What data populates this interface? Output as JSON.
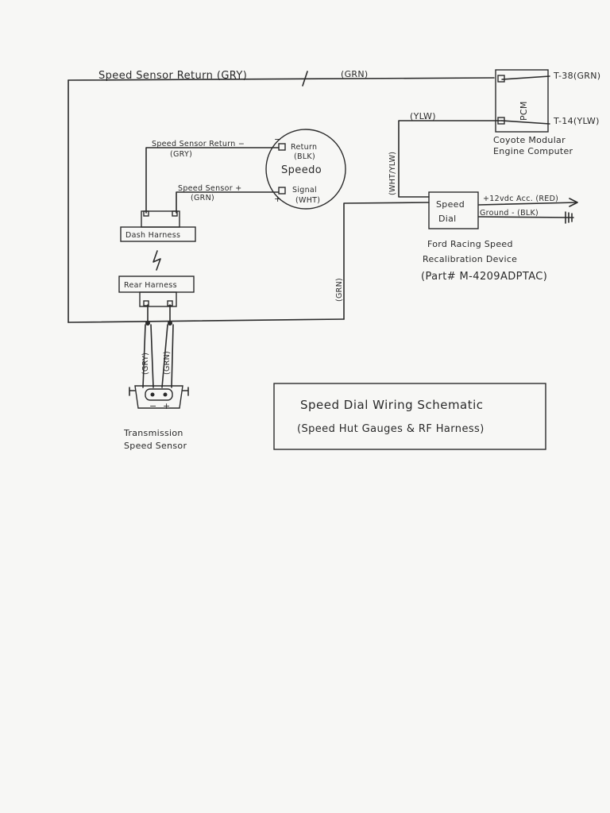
{
  "wires": {
    "speed_sensor_return": "Speed Sensor Return (GRY)",
    "top_grn": "(GRN)",
    "ylw_top": "(YLW)",
    "wht_ylw": "(WHT/YLW)",
    "grn_vertical": "(GRN)",
    "gry_trans": "(GRY)",
    "grn_trans": "(GRN)"
  },
  "pcm": {
    "label": "PCM",
    "pin_t38": "T-38(GRN)",
    "pin_t14": "T-14(YLW)",
    "caption_line1": "Coyote Modular",
    "caption_line2": "Engine Computer"
  },
  "speedo": {
    "return_pin": "Return",
    "return_color": "(BLK)",
    "title": "Speedo",
    "signal_pin": "Signal",
    "signal_color": "(WHT)",
    "minus_mark": "−",
    "plus_mark": "+"
  },
  "speedo_wires": {
    "return_line1": "Speed Sensor Return −",
    "return_line2": "(GRY)",
    "sensor_line1": "Speed Sensor +",
    "sensor_line2": "(GRN)"
  },
  "harness": {
    "dash": "Dash Harness",
    "rear": "Rear Harness"
  },
  "speed_dial": {
    "line1": "Speed",
    "line2": "Dial",
    "power": "+12vdc Acc. (RED)",
    "ground": "Ground - (BLK)",
    "caption_line1": "Ford Racing Speed",
    "caption_line2": "Recalibration Device",
    "caption_line3": "(Part# M-4209ADPTAC)"
  },
  "transmission": {
    "caption_line1": "Transmission",
    "caption_line2": "Speed Sensor",
    "minus_mark": "−",
    "plus_mark": "+"
  },
  "title_box": {
    "line1": "Speed Dial Wiring Schematic",
    "line2": "(Speed Hut Gauges & RF Harness)"
  }
}
